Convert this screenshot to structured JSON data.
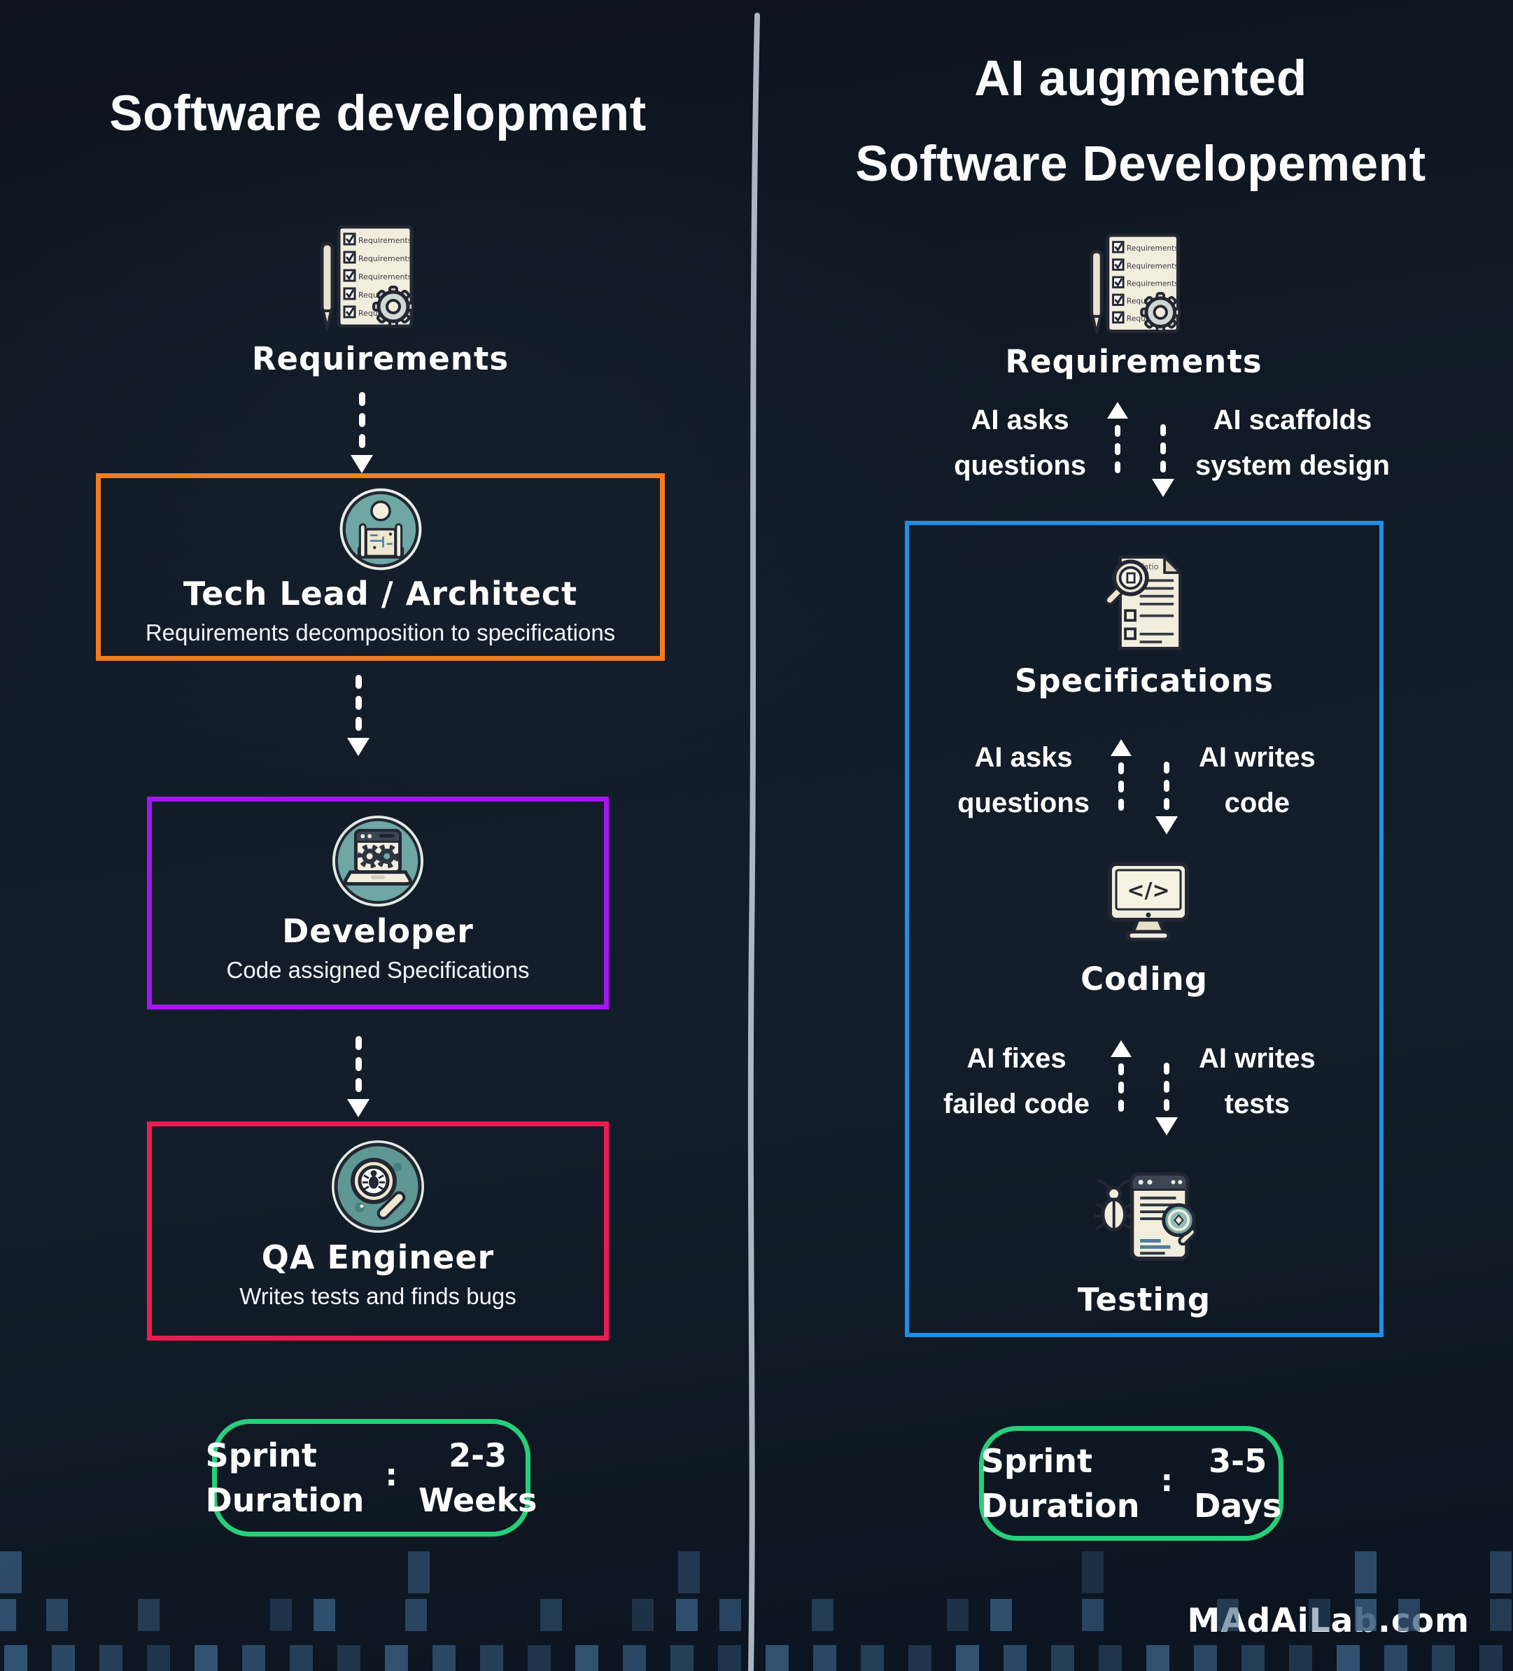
{
  "colors": {
    "accent_orange": "#f47b20",
    "accent_purple": "#a416f0",
    "accent_red": "#ee1a52",
    "accent_green": "#27cf7a",
    "accent_blue": "#1f8fe8",
    "divider": "#c3ccd8"
  },
  "left": {
    "title": "Software development",
    "requirements": {
      "label": "Requirements"
    },
    "stages": [
      {
        "title": "Tech Lead / Architect",
        "subtitle": "Requirements decomposition to specifications"
      },
      {
        "title": "Developer",
        "subtitle": "Code assigned Specifications"
      },
      {
        "title": "QA Engineer",
        "subtitle": "Writes tests and finds bugs"
      }
    ],
    "sprint": {
      "label1": "Sprint",
      "label2": "Duration",
      "colon": ":",
      "value1": "2-3",
      "value2": "Weeks"
    }
  },
  "right": {
    "title1": "AI augmented",
    "title2": "Software Developement",
    "requirements": {
      "label": "Requirements"
    },
    "loops": [
      {
        "left1": "AI asks",
        "left2": "questions",
        "right1": "AI scaffolds",
        "right2": "system design"
      },
      {
        "left1": "AI asks",
        "left2": "questions",
        "right1": "AI writes",
        "right2": "code"
      },
      {
        "left1": "AI fixes",
        "left2": "failed code",
        "right1": "AI writes",
        "right2": "tests"
      }
    ],
    "pipeline": [
      {
        "label": "Specifications"
      },
      {
        "label": "Coding"
      },
      {
        "label": "Testing"
      }
    ],
    "sprint": {
      "label1": "Sprint",
      "label2": "Duration",
      "colon": ":",
      "value1": "3-5",
      "value2": "Days"
    }
  },
  "footer": {
    "brand": "MAdAiLab.com"
  },
  "icon_text": {
    "requirements_row": "Requirements",
    "spec_fragment": "fatio",
    "code_glyph": "</>"
  }
}
